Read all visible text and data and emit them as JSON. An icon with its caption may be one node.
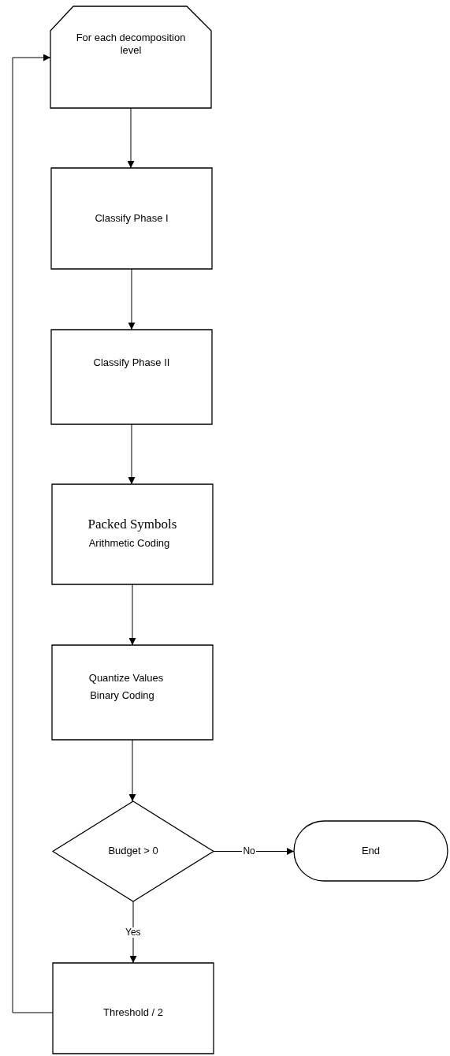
{
  "diagram": {
    "nodes": [
      {
        "text": [
          "For each decomposition level"
        ]
      },
      {
        "text": [
          "Classify Phase I"
        ]
      },
      {
        "text": [
          "Classify Phase II"
        ]
      },
      {
        "text": [
          "Packed Symbols",
          "Arithmetic Coding"
        ]
      },
      {
        "text": [
          "Quantize Values",
          "Binary Coding"
        ]
      },
      {
        "text": [
          "Budget > 0"
        ]
      },
      {
        "text": [
          "End"
        ]
      },
      {
        "text": [
          "Threshold / 2"
        ]
      }
    ],
    "edges": [
      {
        "from": 0,
        "to": 1,
        "arrow": "to"
      },
      {
        "from": 1,
        "to": 2,
        "arrow": "to"
      },
      {
        "from": 2,
        "to": 3,
        "arrow": "to"
      },
      {
        "from": 3,
        "to": 4,
        "arrow": "to"
      },
      {
        "from": 4,
        "to": 5,
        "arrow": "to"
      },
      {
        "from": 5,
        "to": 6,
        "arrow": "to",
        "label": "No"
      },
      {
        "from": 5,
        "to": 7,
        "arrow": "to",
        "label": "Yes"
      },
      {
        "from": 7,
        "to": 0,
        "arrow": "to"
      }
    ]
  }
}
